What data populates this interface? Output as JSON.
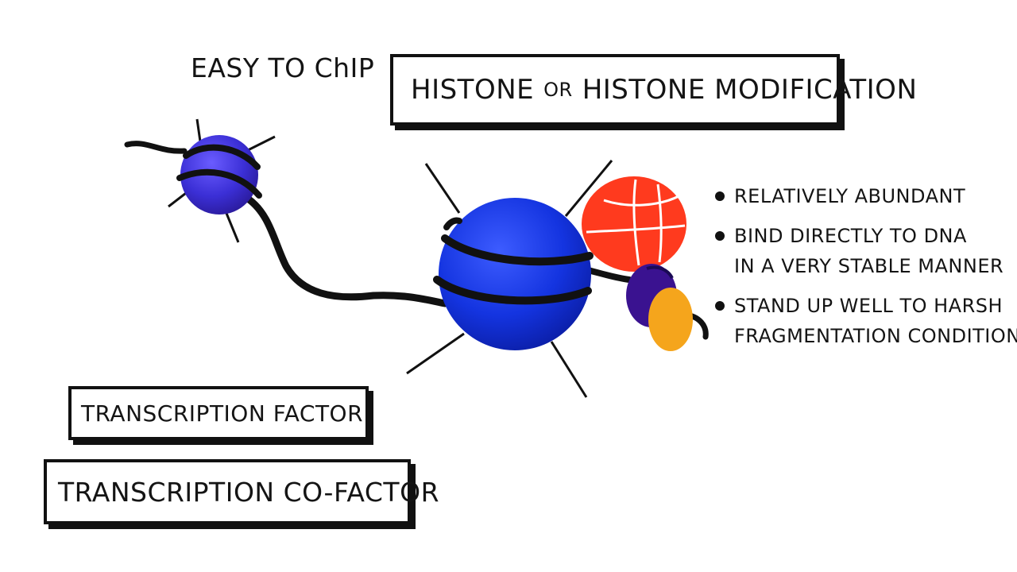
{
  "easy_label": "EASY TO ChIP",
  "histone_box": {
    "part1": "HISTONE",
    "connector": "OR",
    "part2": "HISTONE MODIFICATION"
  },
  "bullets": [
    {
      "lines": [
        "RELATIVELY ABUNDANT"
      ]
    },
    {
      "lines": [
        "BIND DIRECTLY TO DNA",
        "IN A VERY STABLE MANNER"
      ]
    },
    {
      "lines": [
        "STAND UP WELL TO HARSH",
        "FRAGMENTATION CONDITIONS"
      ]
    }
  ],
  "tf_box": {
    "label": "TRANSCRIPTION FACTOR"
  },
  "tcf_box": {
    "label": "TRANSCRIPTION CO-FACTOR"
  },
  "colors": {
    "histone_blue": "#1434e0",
    "histone_small_blue": "#3b2fd6",
    "tf_red": "#ff3a1e",
    "cofactor_purple": "#3a1290",
    "cofactor_orange": "#f5a51c",
    "dna_black": "#111111"
  }
}
